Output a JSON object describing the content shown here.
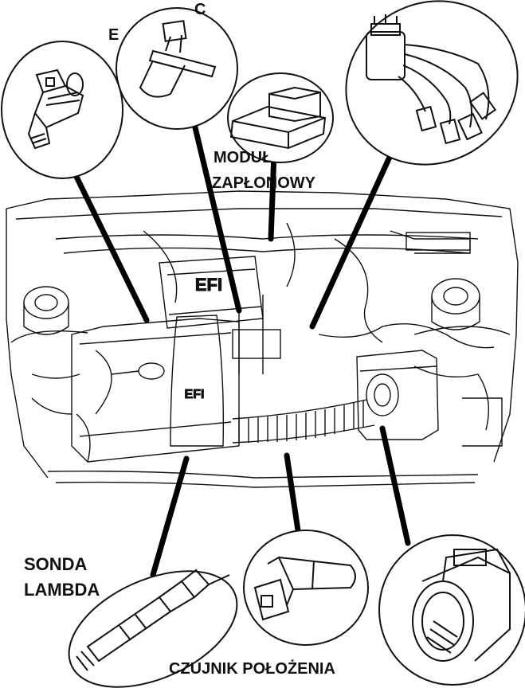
{
  "labels": {
    "c": "C",
    "e": "E",
    "ignition_module_line1": "MODUŁ",
    "ignition_module_line2": "ZAPŁONOWY",
    "lambda_line1": "SONDA",
    "lambda_line2": "LAMBDA",
    "position_sensor": "CZUJNIK POŁOŻENIA"
  },
  "engine_markings": {
    "plenum_mark": "EFI",
    "intake_mark": "EFI"
  },
  "colors": {
    "ink": "#111111",
    "paper": "#ffffff"
  }
}
